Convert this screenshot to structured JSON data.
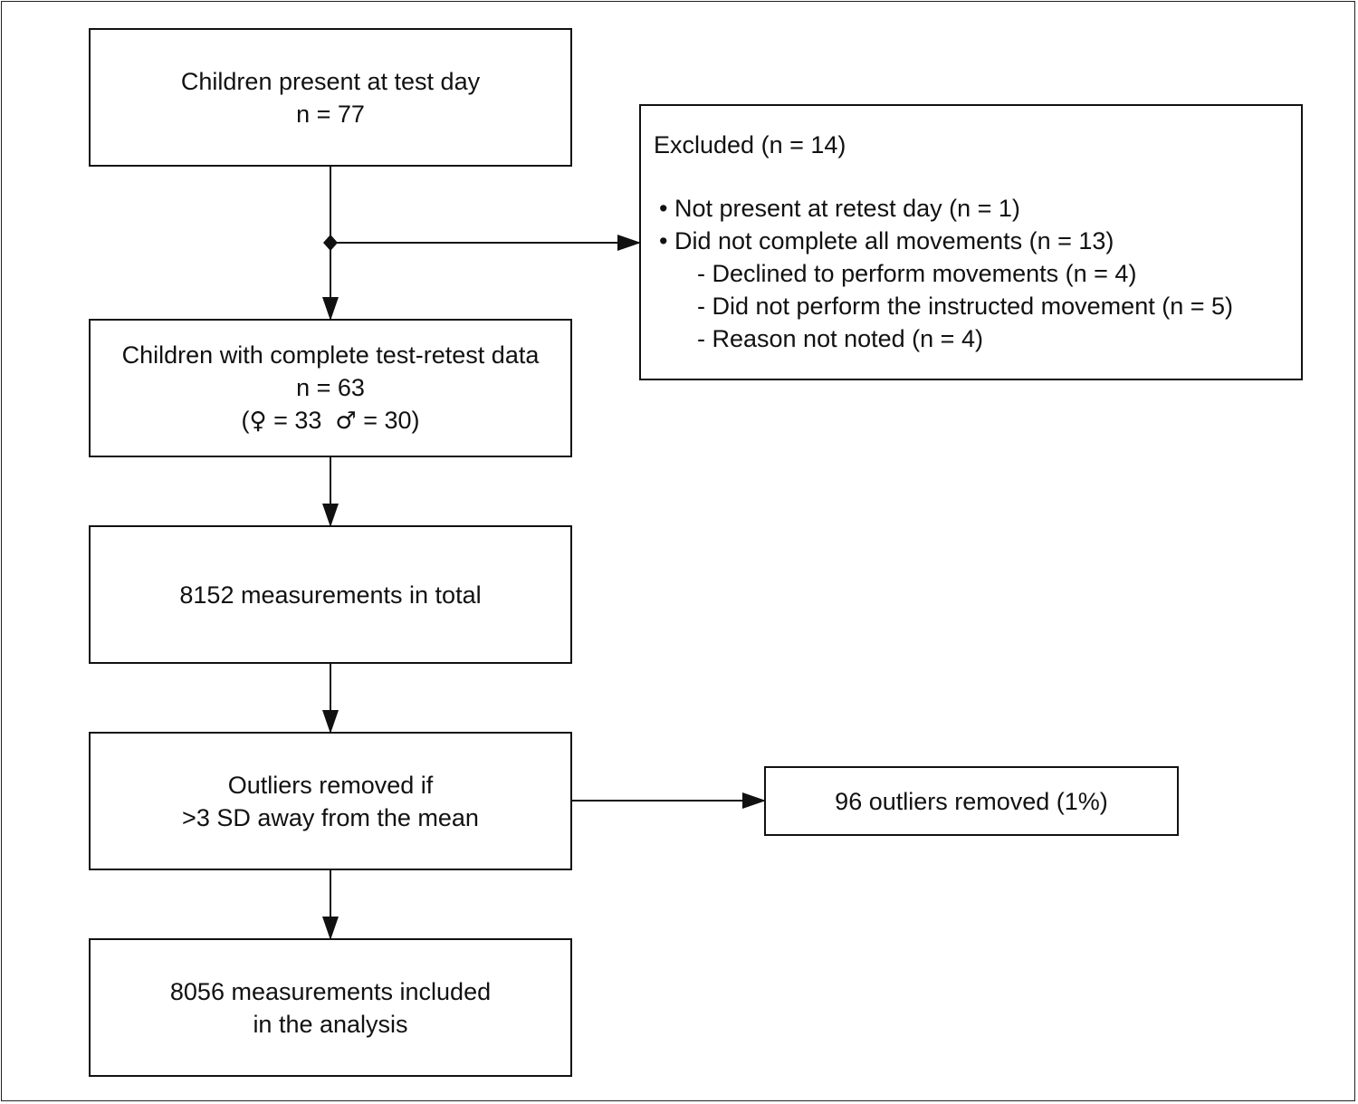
{
  "boxes": {
    "present": {
      "line1": "Children present at test day",
      "line2": "n = 77"
    },
    "complete": {
      "line1": "Children with complete test-retest data",
      "line2": "n = 63",
      "sex_open": "(",
      "female_symbol": "♀",
      "female_count": " = 33  ",
      "male_symbol": "♂",
      "male_count": " = 30)"
    },
    "measurements": {
      "line1": "8152 measurements in total"
    },
    "outliers": {
      "line1": "Outliers removed if",
      "line2": ">3 SD away from the mean"
    },
    "included": {
      "line1": "8056 measurements included",
      "line2": "in the analysis"
    }
  },
  "excluded": {
    "title": "Excluded (n = 14)",
    "items": [
      "• Not present at retest day (n = 1)",
      "• Did not complete all movements (n = 13)"
    ],
    "subitems": [
      "- Declined to perform movements (n = 4)",
      "- Did not perform the instructed movement (n = 5)",
      "- Reason not noted (n = 4)"
    ]
  },
  "outliers_removed": {
    "label": "96 outliers removed (1%)"
  },
  "colors": {
    "stroke": "#111111",
    "background": "#ffffff",
    "text": "#111111"
  }
}
